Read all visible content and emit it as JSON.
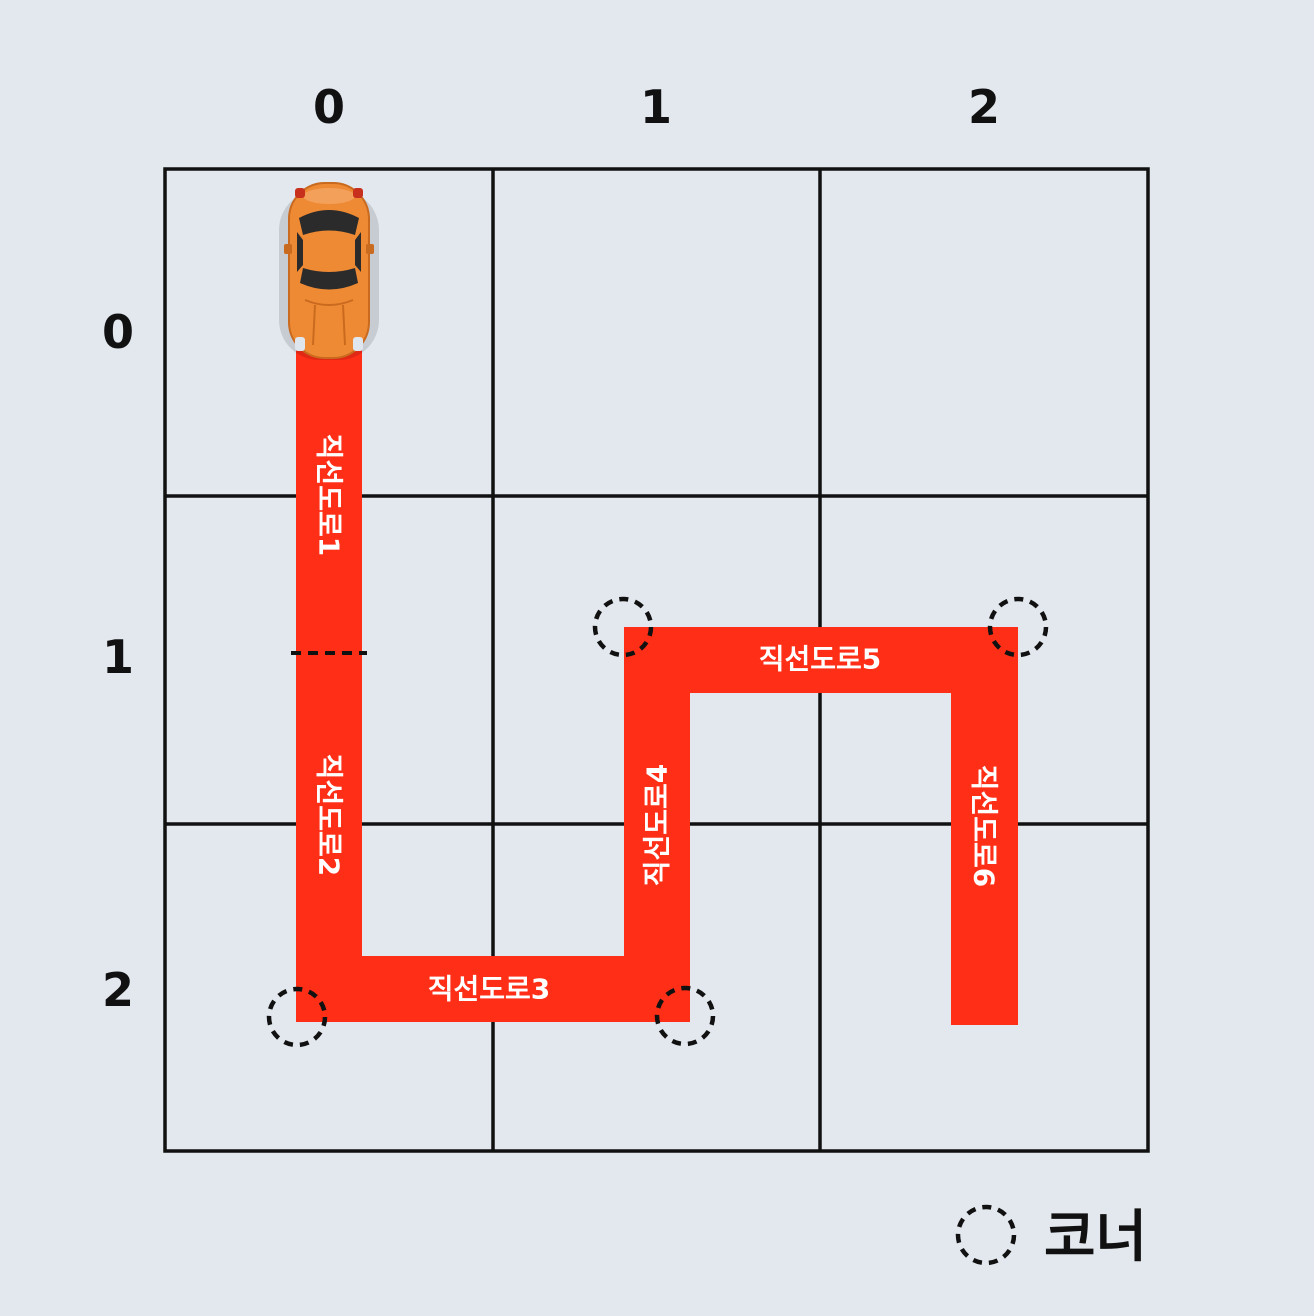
{
  "grid": {
    "columns": [
      "0",
      "1",
      "2"
    ],
    "rows": [
      "0",
      "1",
      "2"
    ]
  },
  "roads": [
    {
      "id": "road-1",
      "label": "직선도로1"
    },
    {
      "id": "road-2",
      "label": "직선도로2"
    },
    {
      "id": "road-3",
      "label": "직선도로3"
    },
    {
      "id": "road-4",
      "label": "직선도로4"
    },
    {
      "id": "road-5",
      "label": "직선도로5"
    },
    {
      "id": "road-6",
      "label": "직선도로6"
    }
  ],
  "legend": {
    "corner_label": "코너",
    "corner_icon": "dashed-circle-icon"
  },
  "car_icon": "car-icon",
  "colors": {
    "background": "#e3e8ef",
    "road": "#ff2e17",
    "grid_line": "#111111",
    "car_body": "#ee8a34",
    "road_text": "#ffffff"
  }
}
